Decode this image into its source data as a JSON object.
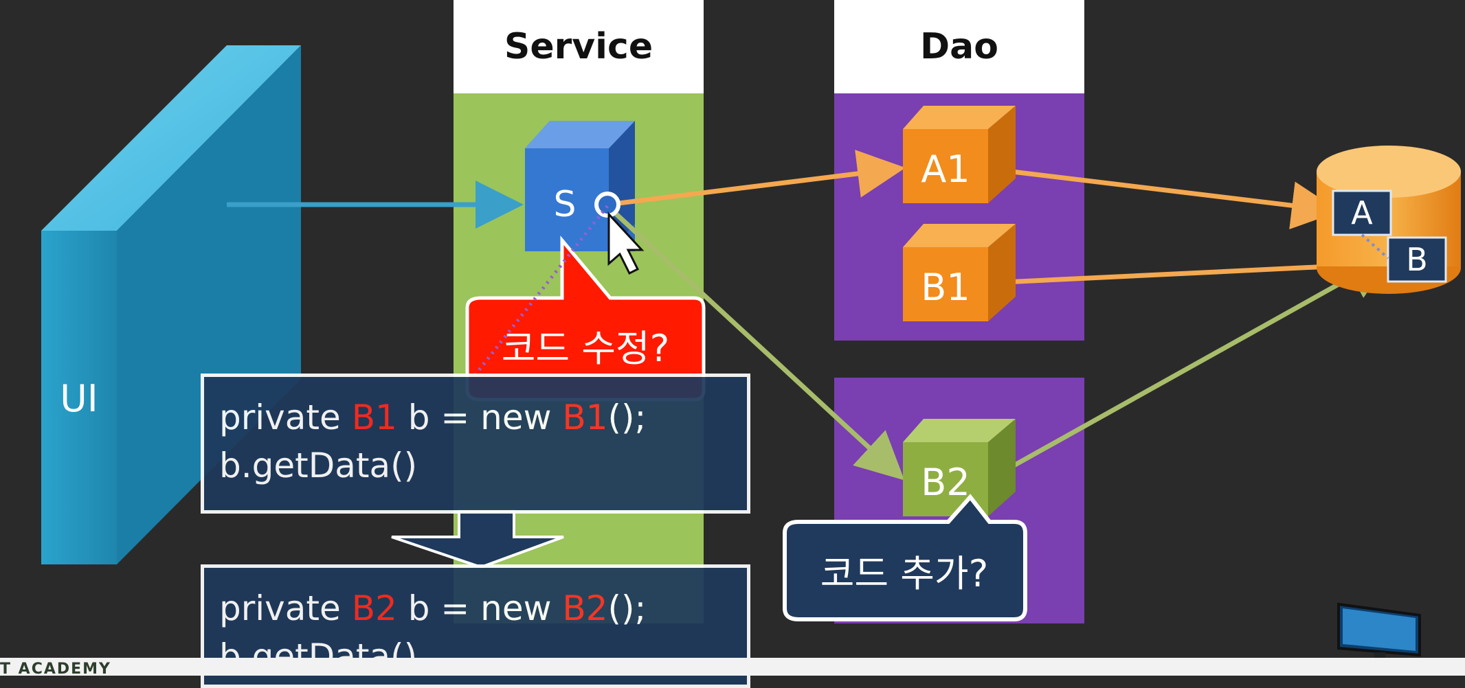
{
  "columns": {
    "service": "Service",
    "dao": "Dao"
  },
  "ui_label": "UI",
  "service_box_label": "S",
  "dao_boxes": {
    "a1": "A1",
    "b1": "B1",
    "b2": "B2"
  },
  "database": {
    "table_a": "A",
    "table_b": "B"
  },
  "bubbles": {
    "modify": "코드 수정?",
    "add": "코드 추가?"
  },
  "code_before": {
    "line1_prefix": "private ",
    "line1_type": "B1",
    "line1_mid": " b = new ",
    "line1_ctor": "B1",
    "line1_suffix": "();",
    "line2": "b.getData()"
  },
  "code_after": {
    "line1_prefix": "private ",
    "line1_type": "B2",
    "line1_mid": " b = new ",
    "line1_ctor": "B2",
    "line1_suffix": "();",
    "line2": "b.getData()"
  },
  "footer_brand": "T ACADEMY",
  "colors": {
    "background": "#2b2a2a",
    "service_panel": "#9bc45a",
    "dao_panel": "#7a3fb0",
    "ui_wall": "#2ea9d0",
    "service_cube": "#2f6fc8",
    "dao_orange": "#f08a1f",
    "dao_green": "#8fae42",
    "arrow_orange": "#f4a850",
    "arrow_green": "#a8bd6a",
    "arrow_blue": "#3a9fc9",
    "code_box": "#1f3a5c",
    "highlight_red": "#ff2b1e",
    "bubble_red": "#ff1a00",
    "bubble_navy": "#1f3a5c"
  }
}
